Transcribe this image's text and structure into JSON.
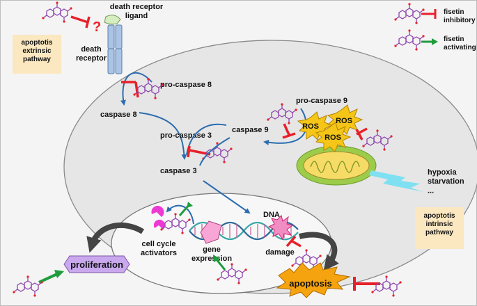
{
  "legend": {
    "inhibitory": "fisetin\ninhibitory effect",
    "activating": "fisetin\nactivating effect"
  },
  "labels": {
    "question_mark": "?",
    "death_receptor_ligand": "death receptor\nligand",
    "death_receptor": "death\nreceptor",
    "extrinsic_box": "apoptotis\nextrinsic\npathway",
    "intrinsic_box": "apoptotis\nintrinsic\npathway",
    "pro_caspase_8": "pro-caspase 8",
    "caspase_8": "caspase 8",
    "pro_caspase_3": "pro-caspase 3",
    "caspase_3": "caspase 3",
    "pro_caspase_9": "pro-caspase 9",
    "caspase_9": "caspase 9",
    "ros_1": "ROS",
    "ros_2": "ROS",
    "ros_3": "ROS",
    "hypoxia": "hypoxia\nstarvation\n...",
    "dna": "DNA",
    "damage": "damage",
    "gene_expression": "gene\nexpression",
    "cell_cycle_activators": "cell cycle\nactivators",
    "proliferation": "proliferation",
    "apoptosis": "apoptosis"
  },
  "colors": {
    "inhibit": "#e8202a",
    "activate": "#1f9c3c",
    "pathway_arrow": "#2b6cb0",
    "fisetin_molecule": "#8e44ad",
    "receptor": "#a9c4e6",
    "ligand": "#d6edc0",
    "mitochondria_outer": "#9ccc4a",
    "mitochondria_inner": "#f6dc66",
    "ros": "#f5c518",
    "note_box": "#fbe8c0",
    "proliferation": "#c9a8ee",
    "apoptosis": "#f5a30f",
    "lightning": "#7fe0f2",
    "cycle_activators": "#ee39d4",
    "gene_expr": "#f7a6d6"
  }
}
